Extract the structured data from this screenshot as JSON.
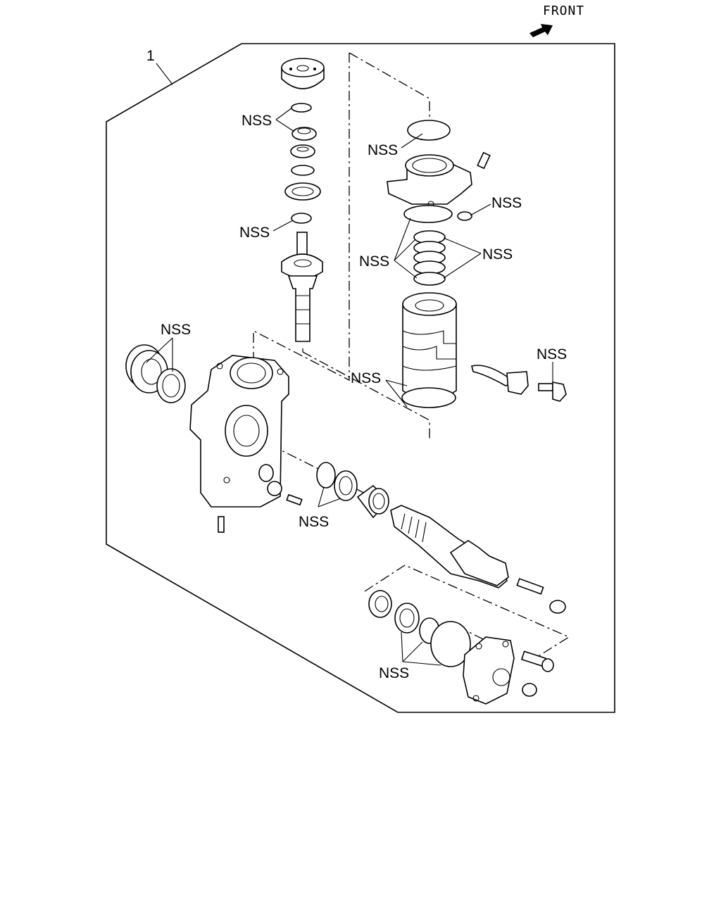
{
  "front_label": "FRONT",
  "assembly_ref": "1",
  "nss_labels": [
    "NSS",
    "NSS",
    "NSS",
    "NSS",
    "NSS",
    "NSS",
    "NSS",
    "NSS",
    "NSS",
    "NSS",
    "NSS"
  ]
}
